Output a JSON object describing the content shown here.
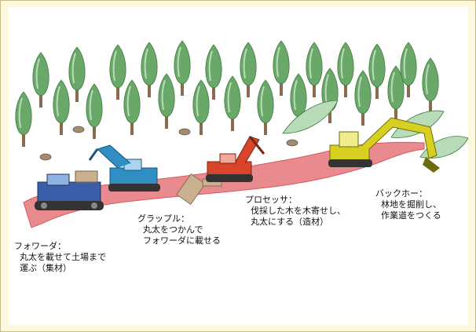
{
  "labels": {
    "forwarder": {
      "name": "フォワーダ：",
      "line1": "丸太を載せて土場まで",
      "line2": "運ぶ（集材）"
    },
    "grapple": {
      "name": "グラップル：",
      "line1": "丸太をつかんで",
      "line2": "フォワーダに載せる"
    },
    "processor": {
      "name": "プロセッサ：",
      "line1": "伐採した木を木寄せし、",
      "line2": "丸太にする（造材）"
    },
    "backhoe": {
      "name": "バックホー：",
      "line1": "林地を掘削し、",
      "line2": "作業道をつくる"
    }
  },
  "colors": {
    "road": "#d9585f",
    "road_fill": "#e98a8f",
    "tree": "#6aa86a",
    "tree_light": "#b8dbb8",
    "trunk": "#8c6a4f",
    "forwarder": "#3a5fa8",
    "grapple": "#2f8fc4",
    "processor": "#d9442a",
    "backhoe": "#d8d020"
  },
  "icons": [
    "tree-icon",
    "forwarder-icon",
    "grapple-icon",
    "processor-icon",
    "backhoe-icon"
  ]
}
